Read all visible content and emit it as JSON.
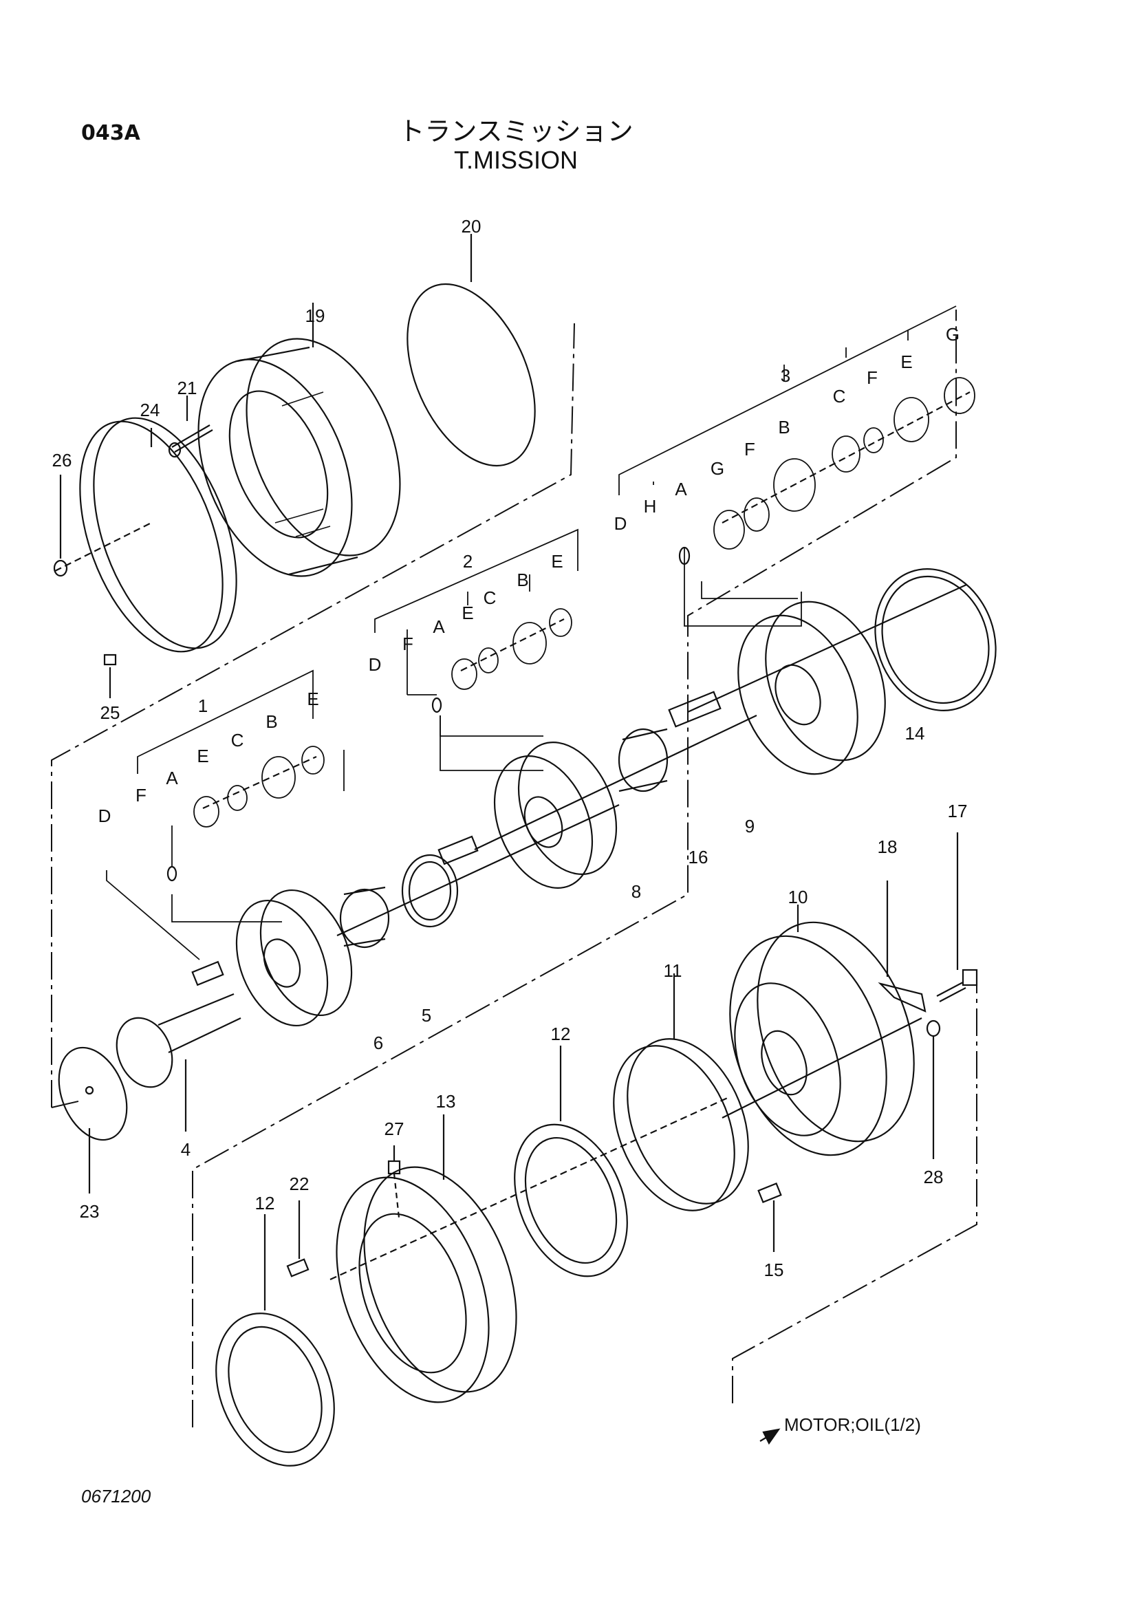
{
  "page_code": "043A",
  "title_jp": "トランスミッション",
  "title_en": "T.MISSION",
  "drawing_number": "0671200",
  "reference_note": "MOTOR;OIL(1/2)",
  "callouts": {
    "p20": "20",
    "p19": "19",
    "p21": "21",
    "p24": "24",
    "p26": "26",
    "p25": "25",
    "p3": "3",
    "p2": "2",
    "p1": "1",
    "p14": "14",
    "p16": "16",
    "p9": "9",
    "p8": "8",
    "p5": "5",
    "p6": "6",
    "p4": "4",
    "p23": "23",
    "p17": "17",
    "p18": "18",
    "p10": "10",
    "p11": "11",
    "p12a": "12",
    "p12b": "12",
    "p13": "13",
    "p27": "27",
    "p22": "22",
    "p28": "28",
    "p15": "15"
  },
  "sub_labels": {
    "a3": "A",
    "b3": "B",
    "c3": "C",
    "d3": "D",
    "e3": "E",
    "f3a": "F",
    "f3b": "F",
    "g3a": "G",
    "g3b": "G",
    "h3": "H",
    "a2": "A",
    "b2": "B",
    "c2": "C",
    "d2": "D",
    "e2a": "E",
    "e2b": "E",
    "f2": "F",
    "a1": "A",
    "b1": "B",
    "c1": "C",
    "d1": "D",
    "e1a": "E",
    "e1b": "E",
    "f1": "F"
  }
}
